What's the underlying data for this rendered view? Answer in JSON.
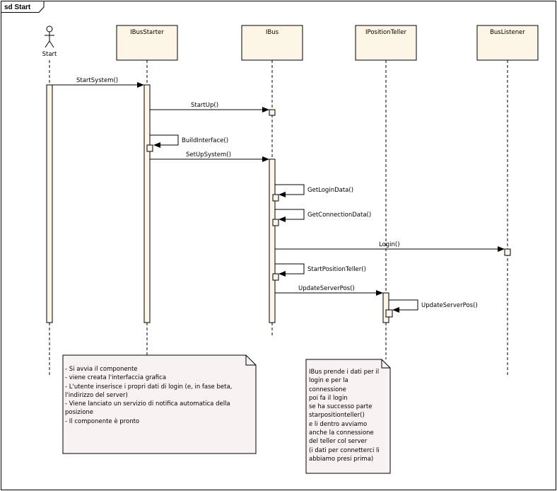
{
  "frame": {
    "title": "sd Start"
  },
  "actor": {
    "name": "Start"
  },
  "lifelines": [
    {
      "name": "IBusStarter"
    },
    {
      "name": "IBus"
    },
    {
      "name": "IPositionTeller"
    },
    {
      "name": "BusListener"
    }
  ],
  "messages": [
    {
      "label": "StartSystem()"
    },
    {
      "label": "StartUp()"
    },
    {
      "label": "BuildInterface()"
    },
    {
      "label": "SetUpSystem()"
    },
    {
      "label": "GetLoginData()"
    },
    {
      "label": "GetConnectionData()"
    },
    {
      "label": "Login()"
    },
    {
      "label": "StartPositionTeller()"
    },
    {
      "label": "UpdateServerPos()"
    },
    {
      "label": "UpdateServerPos()"
    }
  ],
  "notes": [
    {
      "lines": [
        "- Si avvia il componente",
        "- viene creata l'interfaccia grafica",
        "- L'utente inserisce i propri dati di login (e, in fase beta,",
        "l'indirizzo del server)",
        "- Viene lanciato un servizio di notifica automatica della",
        "posizione",
        "- Il componente è pronto"
      ]
    },
    {
      "lines": [
        "IBus prende i dati per il",
        "login e per la",
        "connessione",
        "poi fa il login",
        "se ha successo parte",
        "starpositionteller()",
        "e li dentro avviamo",
        "anche la connessione",
        "del teller col server",
        "(i dati per connetterci li",
        "abbiamo presi prima)"
      ]
    }
  ],
  "colors": {
    "box_fill": "#fdf5e6",
    "note_fill": "#f8f2f2",
    "line": "#000000"
  }
}
